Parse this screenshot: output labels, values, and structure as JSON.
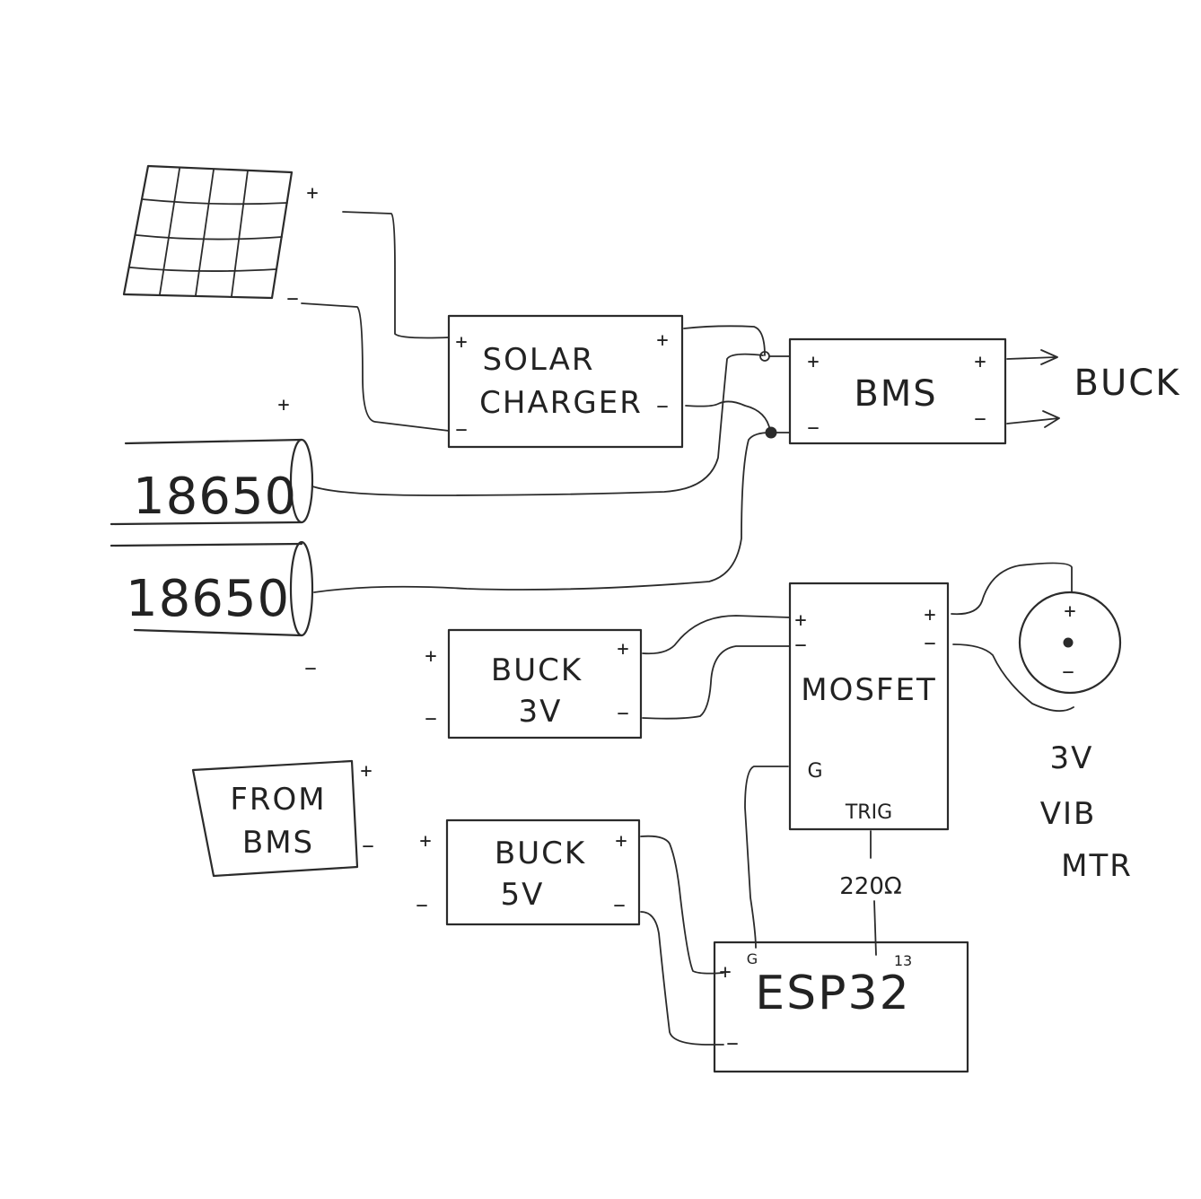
{
  "components": {
    "solar_charger": {
      "line1": "SOLAR",
      "line2": "CHARGER"
    },
    "bms": {
      "label": "BMS"
    },
    "buck_out": {
      "label": "BUCK"
    },
    "cell_1": {
      "label": "18650"
    },
    "cell_2": {
      "label": "18650"
    },
    "mosfet": {
      "label": "MOSFET",
      "gate": "G",
      "trig": "TRIG"
    },
    "buck_3v": {
      "line1": "BUCK",
      "line2": "3V"
    },
    "buck_5v": {
      "line1": "BUCK",
      "line2": "5V"
    },
    "from_bms": {
      "line1": "FROM",
      "line2": "BMS"
    },
    "esp32": {
      "label": "ESP32",
      "pin_g": "G",
      "pin_13": "13"
    },
    "resistor": {
      "label": "220Ω"
    },
    "vib_motor": {
      "line1": "3V",
      "line2": "VIB",
      "line3": "MTR"
    }
  },
  "polarity": {
    "plus": "+",
    "minus": "−"
  }
}
